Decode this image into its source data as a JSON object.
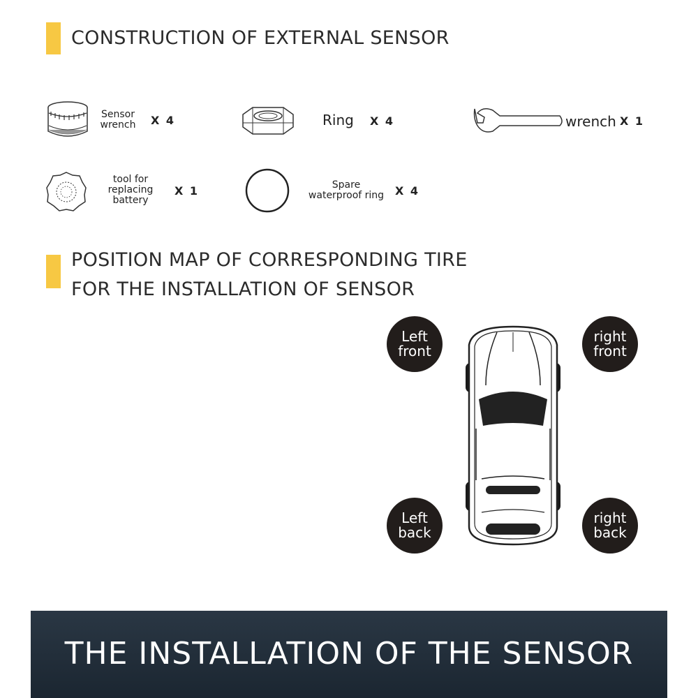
{
  "section_construction": {
    "title": "CONSTRUCTION OF EXTERNAL SENSOR",
    "items": [
      {
        "label_line1": "Sensor",
        "label_line2": "wrench",
        "qty": "X 4",
        "icon": "sensor-cap-icon"
      },
      {
        "label": "Ring",
        "qty": "X 4",
        "icon": "hex-nut-icon"
      },
      {
        "label": "wrench",
        "qty": "X 1",
        "icon": "wrench-icon"
      },
      {
        "label_line1": "tool for",
        "label_line2": "replacing",
        "label_line3": "battery",
        "qty": "X 1",
        "icon": "battery-tool-icon"
      },
      {
        "label_line1": "Spare",
        "label_line2": "waterproof ring",
        "qty": "X 4",
        "icon": "o-ring-icon"
      }
    ]
  },
  "section_position": {
    "title_line1": "POSITION MAP OF CORRESPONDING TIRE",
    "title_line2": "FOR THE INSTALLATION OF SENSOR",
    "positions": {
      "left_front": "Left\nfront",
      "right_front": "right\nfront",
      "left_back": "Left\nback",
      "right_back": "right\nback"
    }
  },
  "banner": {
    "title": "THE INSTALLATION OF THE SENSOR"
  },
  "colors": {
    "accent": "#f7c843",
    "circle": "#221d1b",
    "banner": "#1f2a35"
  }
}
